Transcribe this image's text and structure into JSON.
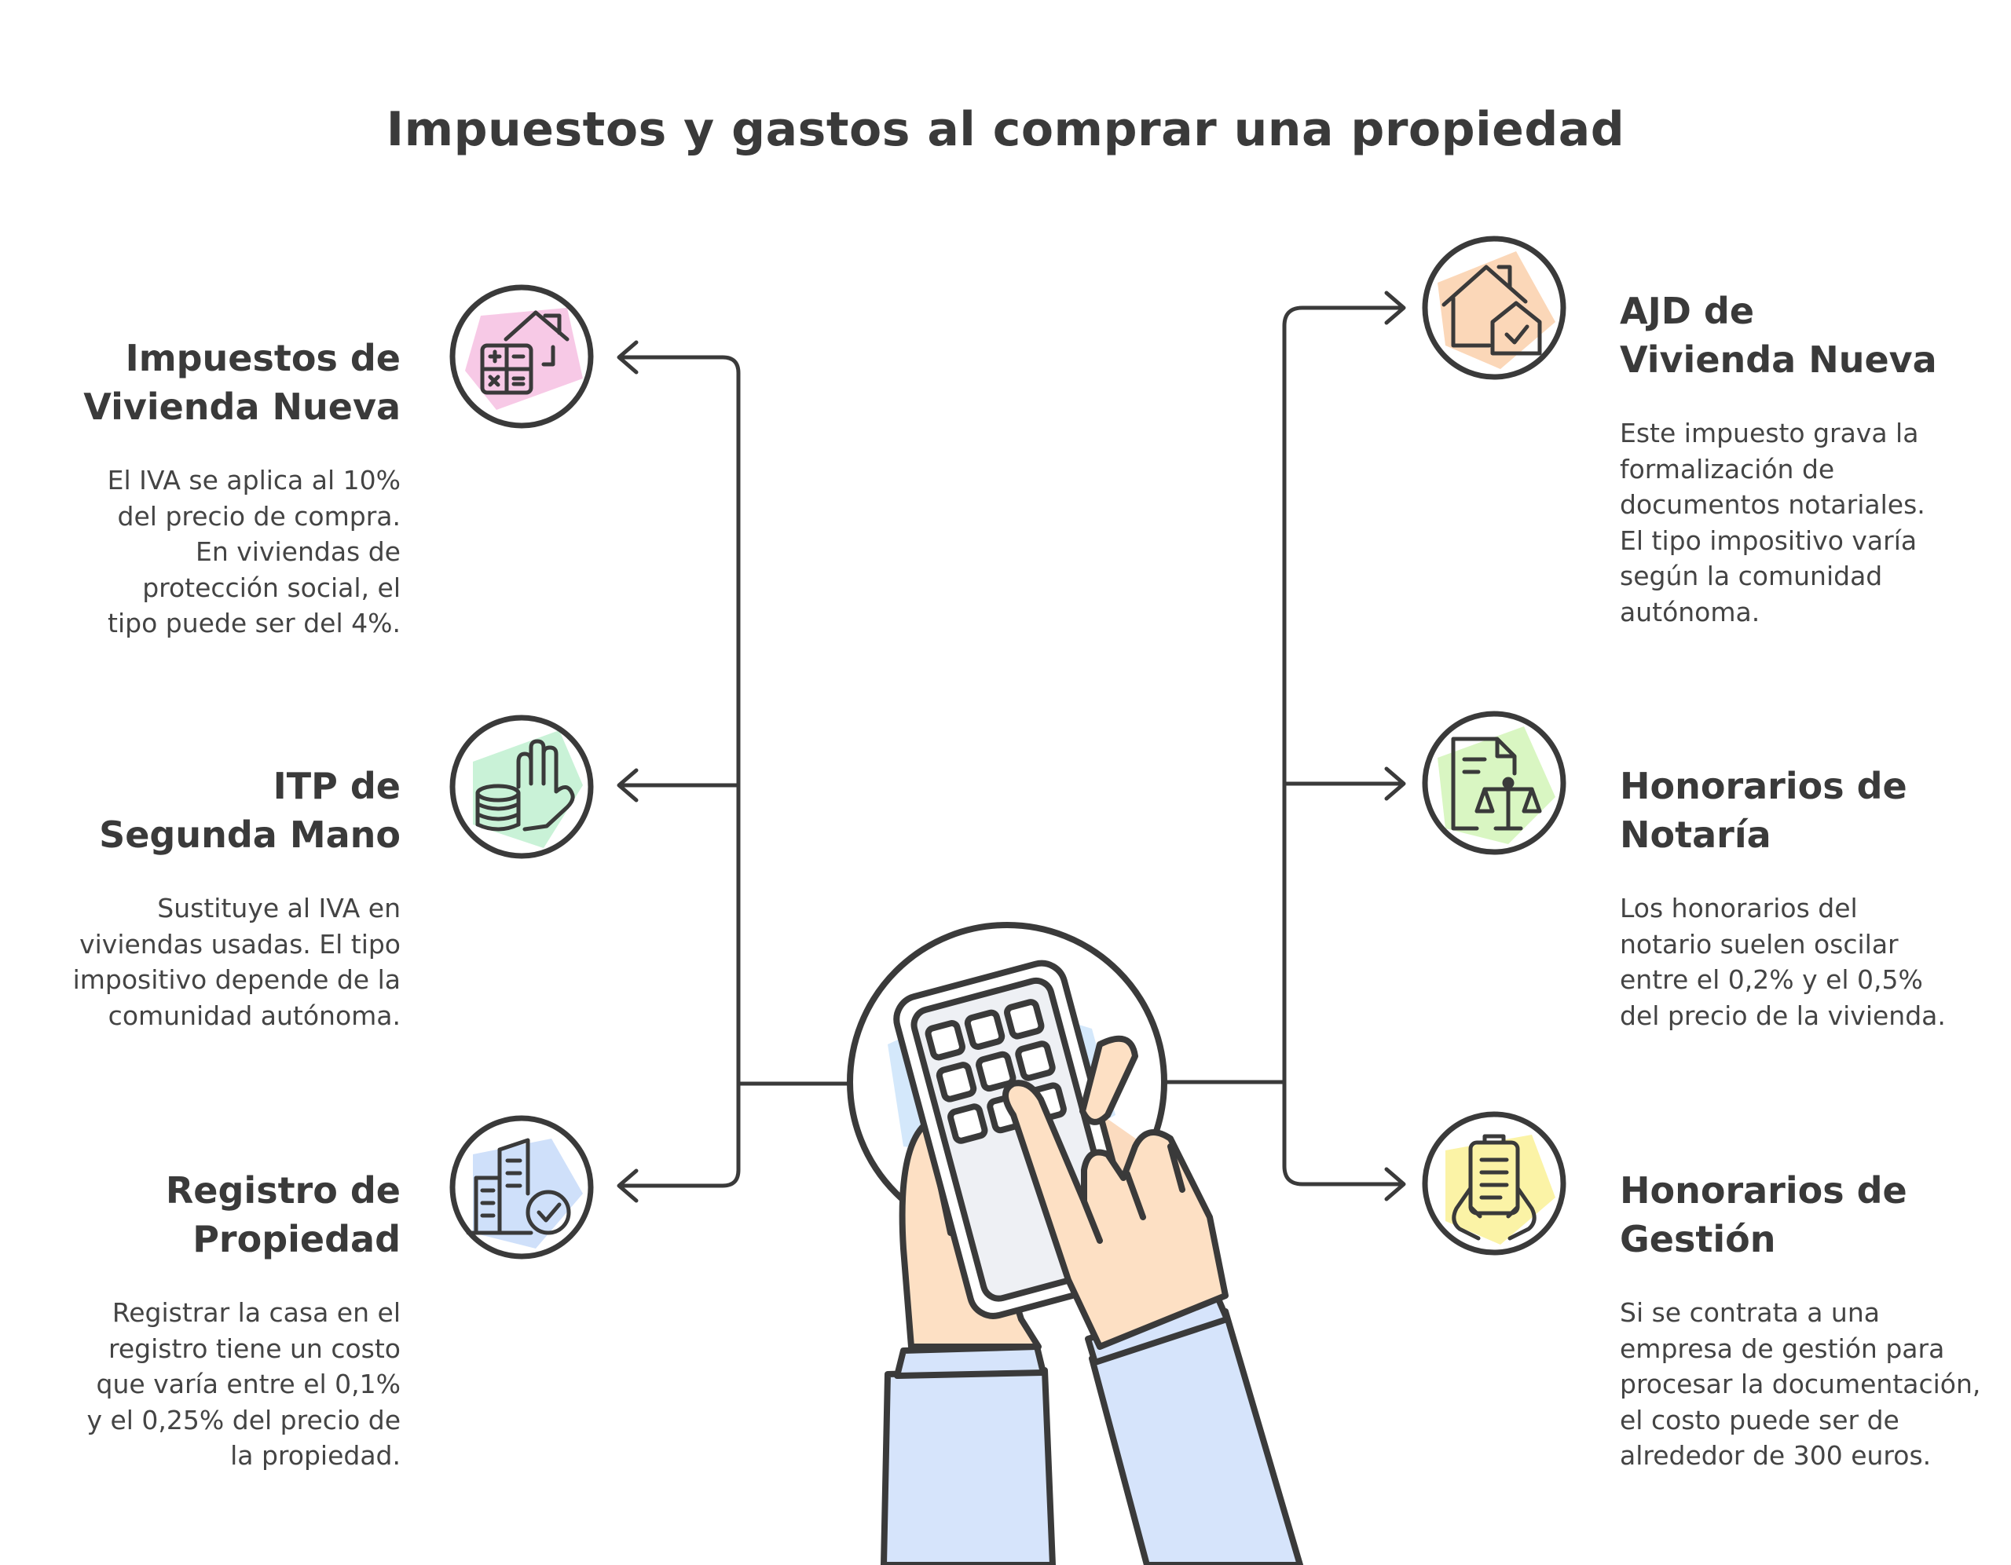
{
  "title": "Impuestos y gastos al comprar una propiedad",
  "colors": {
    "ink": "#3a3a3a",
    "pink": "#f7c9e6",
    "green": "#c9f2d7",
    "blue": "#cfe0fa",
    "peach": "#fbd7b8",
    "lime": "#d9f6c2",
    "yellow": "#fbf3a6",
    "sleeve": "#d6e4fb",
    "skin": "#fde0c4"
  },
  "items": [
    {
      "heading": [
        "Impuestos de",
        "Vivienda Nueva"
      ],
      "text": "El IVA se aplica al 10% del precio de compra. En viviendas de protección social, el tipo puede ser del 4%.",
      "icon": "calculator-house-icon"
    },
    {
      "heading": [
        "ITP de",
        "Segunda Mano"
      ],
      "text": "Sustituye al IVA en viviendas usadas. El tipo impositivo depende de la comunidad autónoma.",
      "icon": "coins-hand-icon"
    },
    {
      "heading": [
        "Registro de",
        "Propiedad"
      ],
      "text": "Registrar la casa en el registro tiene un costo que varía entre el 0,1% y el 0,25% del precio de la propiedad.",
      "icon": "building-check-icon"
    },
    {
      "heading": [
        "AJD de",
        "Vivienda Nueva"
      ],
      "text": "Este impuesto grava la formalización de documentos notariales. El tipo impositivo varía según la comunidad autónoma.",
      "icon": "house-document-icon"
    },
    {
      "heading": [
        "Honorarios de",
        "Notaría"
      ],
      "text": "Los honorarios del notario suelen oscilar entre el 0,2% y el 0,5% del precio de la vivienda.",
      "icon": "document-scale-icon"
    },
    {
      "heading": [
        "Honorarios de",
        "Gestión"
      ],
      "text": "Si se contrata a una empresa de gestión para procesar la documentación, el costo puede ser de alrededor de 300 euros.",
      "icon": "clipboard-hands-icon"
    }
  ]
}
